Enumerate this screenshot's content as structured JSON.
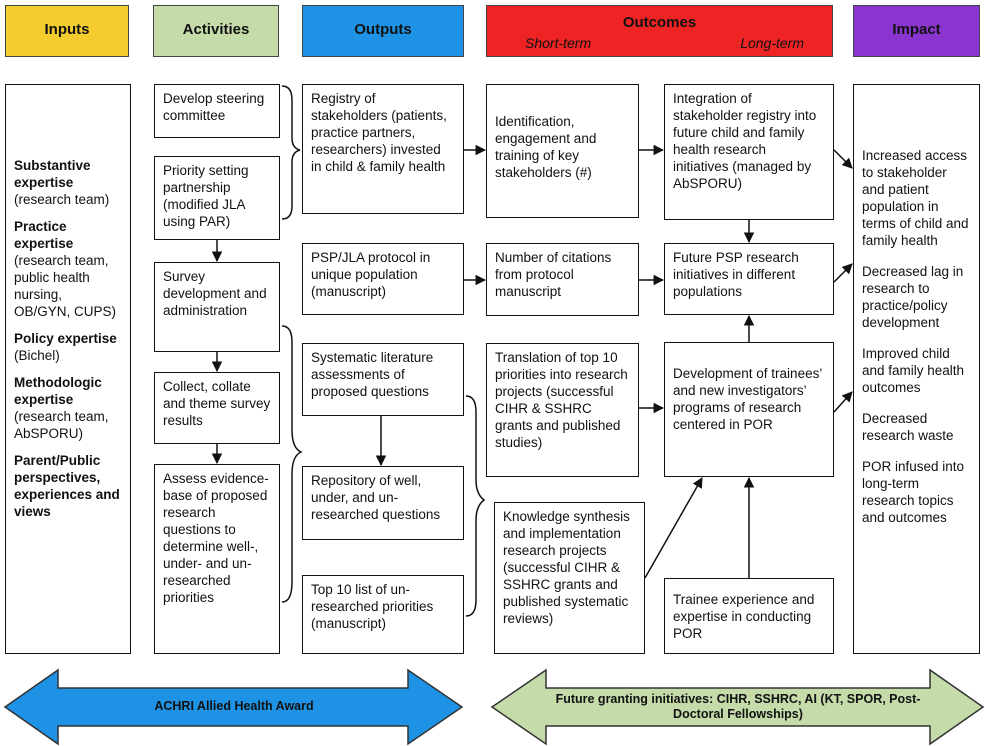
{
  "headers": {
    "inputs": "Inputs",
    "activities": "Activities",
    "outputs": "Outputs",
    "outcomes": "Outcomes",
    "short_term": "Short-term",
    "long_term": "Long-term",
    "impact": "Impact"
  },
  "inputs": [
    {
      "title": "Substantive expertise",
      "detail": "(research team)"
    },
    {
      "title": "Practice expertise",
      "detail": "(research team, public health nursing, OB/GYN, CUPS)"
    },
    {
      "title": "Policy expertise",
      "detail": "(Bichel)"
    },
    {
      "title": "Methodologic expertise",
      "detail": "(research team, AbSPORU)"
    },
    {
      "title": "Parent/Public perspectives, experiences and views",
      "detail": ""
    }
  ],
  "activities": {
    "steering": "Develop steering committee",
    "priority": "Priority setting partnership (modified JLA using PAR)",
    "survey": "Survey development and administration",
    "collect": "Collect, collate and theme survey results",
    "assess": "Assess evidence-base of proposed research questions to determine well-, under- and un-researched priorities"
  },
  "outputs": {
    "registry": "Registry of stakeholders (patients, practice partners, researchers) invested in child & family health",
    "protocol": "PSP/JLA protocol in unique population (manuscript)",
    "systematic": "Systematic literature assessments of proposed questions",
    "repository": "Repository of well, under, and un-researched questions",
    "top10": "Top 10 list of un-researched priorities (manuscript)"
  },
  "short_term": {
    "identification": "Identification, engagement and training of key stakeholders (#)",
    "citations": "Number of citations from protocol manuscript",
    "translation": "Translation of top 10 priorities into research projects (successful CIHR & SSHRC grants and published studies)",
    "knowledge": "Knowledge synthesis and implementation research projects (successful CIHR & SSHRC grants and published systematic reviews)"
  },
  "long_term": {
    "integration": "Integration of stakeholder registry into future child and family health research initiatives (managed by AbSPORU)",
    "future_psp": "Future PSP research initiatives in different populations",
    "development": "Development of trainees’ and new investigators’ programs of research centered in POR",
    "trainee": "Trainee experience and expertise in conducting POR"
  },
  "impact": [
    "Increased access to stakeholder and patient population in terms of child and family health",
    "Decreased lag in research to practice/policy development",
    "Improved child and family health outcomes",
    "Decreased research waste",
    "POR infused into long-term research topics and outcomes"
  ],
  "banners": {
    "left": "ACHRI Allied Health Award",
    "right": "Future granting initiatives: CIHR, SSHRC, AI (KT, SPOR, Post-Doctoral Fellowships)"
  },
  "colors": {
    "inputs": "#f4cc2e",
    "activities": "#c6dbaa",
    "outputs": "#1e93e6",
    "outcomes": "#ee2424",
    "impact": "#8a35cf",
    "banner_left": "#1e93e6",
    "banner_right": "#c6dbaa"
  }
}
